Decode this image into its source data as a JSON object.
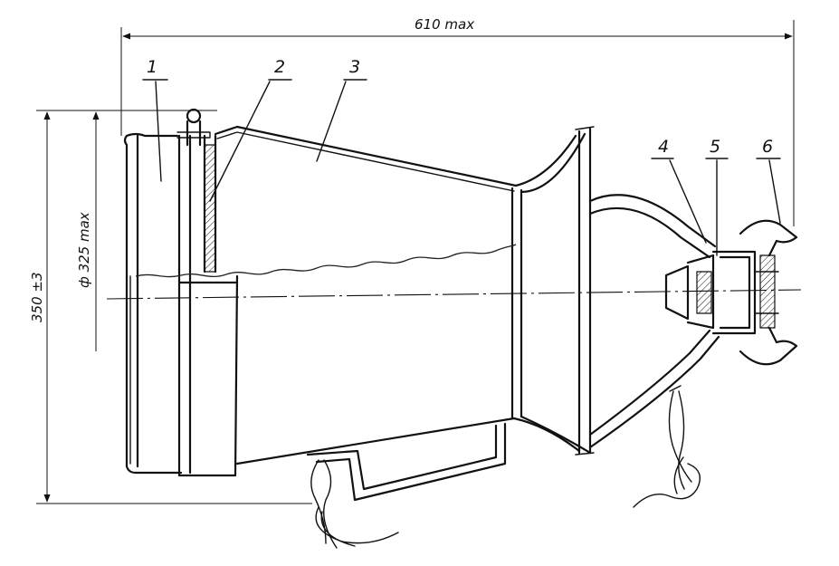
{
  "dimensions": {
    "overall_length": "610 max",
    "height": "350 ±3",
    "diameter": "ф 325 max"
  },
  "callouts": [
    "1",
    "2",
    "3",
    "4",
    "5",
    "6"
  ]
}
